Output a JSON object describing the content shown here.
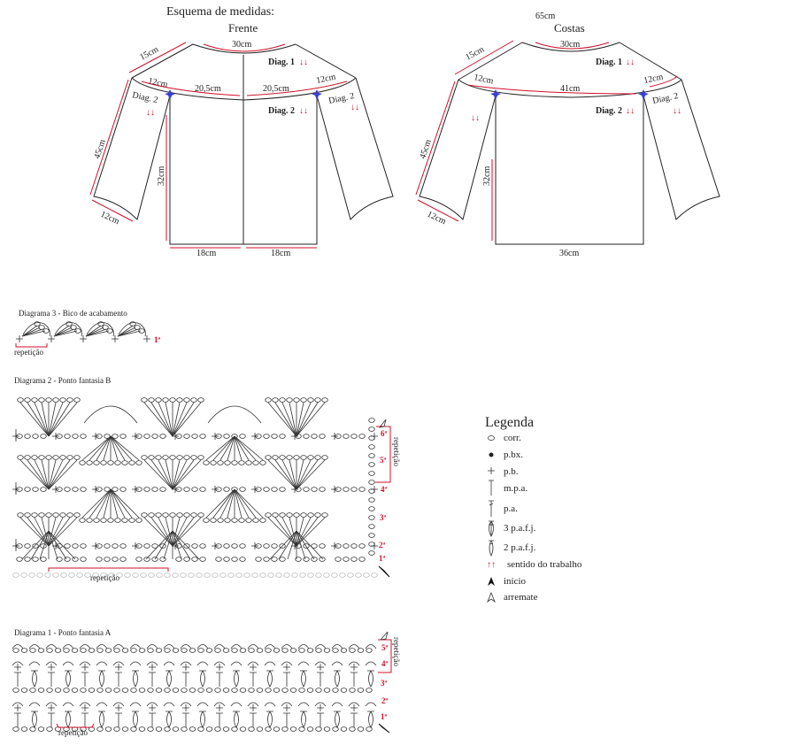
{
  "schema": {
    "title": "Esquema de medidas:",
    "front": {
      "title": "Frente",
      "neck": "30cm",
      "shoulder": "15cm",
      "yoke_left": "12cm",
      "yoke_mid_left": "20,5cm",
      "yoke_mid_right": "20,5cm",
      "yoke_right": "12cm",
      "sleeve_length": "45cm",
      "cuff": "12cm",
      "body_height": "32cm",
      "bottom_left": "18cm",
      "bottom_right": "18cm",
      "diag1": "Diag. 1",
      "diag2_center": "Diag. 2",
      "diag2_left": "Diag. 2",
      "diag2_right": "Diag. 2",
      "arrows": "↓↓"
    },
    "back": {
      "title": "Costas",
      "top": "65cm",
      "neck": "30cm",
      "shoulder": "15cm",
      "yoke_left": "12cm",
      "yoke_mid": "41cm",
      "yoke_right": "12cm",
      "sleeve_length": "45cm",
      "cuff": "12cm",
      "body_height": "32cm",
      "bottom": "36cm",
      "diag1": "Diag. 1",
      "diag2_center": "Diag. 2",
      "diag2_right": "Diag. 2",
      "arrows": "↓↓"
    }
  },
  "diagram3": {
    "title": "Diagrama 3 - Bico de acabamento",
    "repeat": "repetição",
    "row": "1ª"
  },
  "diagram2": {
    "title": "Diagrama 2 - Ponto fantasia B",
    "repeat": "repetição",
    "repeat_side": "repetição",
    "rows": [
      "1ª",
      "2ª",
      "3ª",
      "4ª",
      "5ª",
      "6ª"
    ]
  },
  "diagram1": {
    "title": "Diagrama 1 - Ponto fantasia A",
    "repeat": "repetição",
    "repeat_side": "repetição",
    "rows": [
      "1ª",
      "2ª",
      "3ª",
      "4ª",
      "5ª"
    ]
  },
  "legend": {
    "title": "Legenda",
    "items": [
      {
        "icon": "chain-oval",
        "label": "corr."
      },
      {
        "icon": "slip-dot",
        "label": "p.bx."
      },
      {
        "icon": "cross",
        "label": "p.b."
      },
      {
        "icon": "half-double",
        "label": "m.p.a."
      },
      {
        "icon": "double",
        "label": "p.a."
      },
      {
        "icon": "3-cluster",
        "label": "3 p.a.f.j."
      },
      {
        "icon": "2-cluster",
        "label": "2 p.a.f.j."
      },
      {
        "icon": "red-arrows",
        "label": "sentido do trabalho"
      },
      {
        "icon": "filled-arrowhead",
        "label": "início"
      },
      {
        "icon": "open-arrowhead",
        "label": "arremate"
      }
    ]
  },
  "colors": {
    "measure": "#d0102a",
    "marker": "#3a3fd0"
  }
}
